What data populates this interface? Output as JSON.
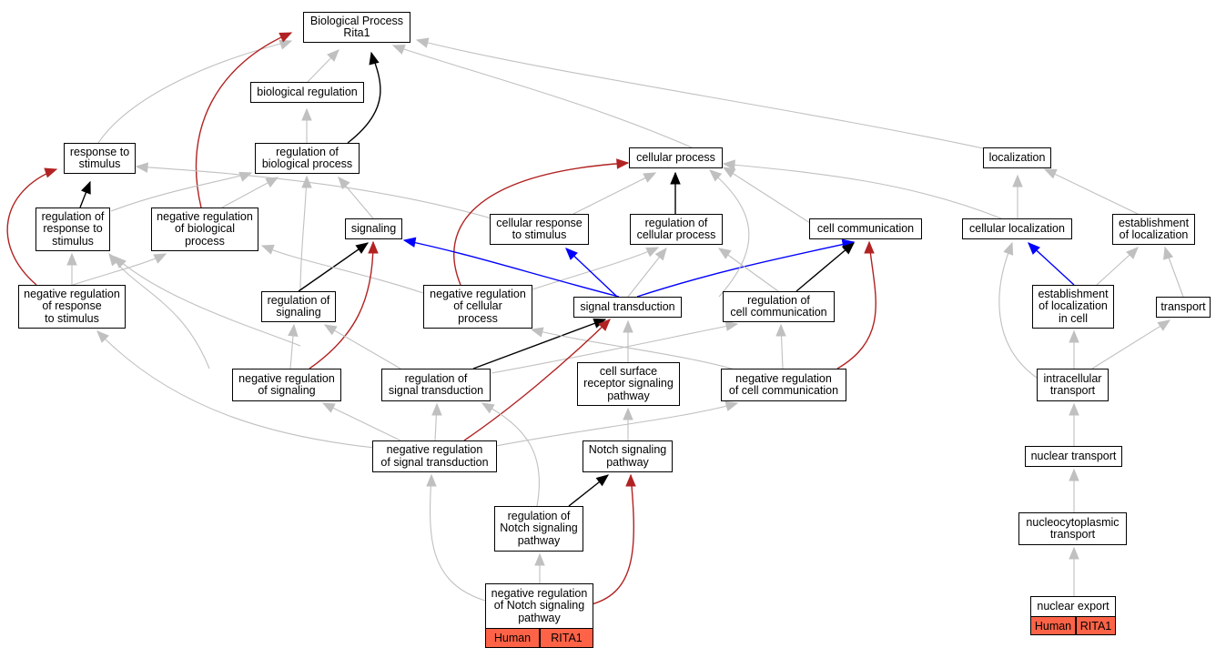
{
  "colors": {
    "is_a": "#c0c0c0",
    "part_of": "#000000",
    "regulates": "#0000ff",
    "negatively_regulates": "#b22222",
    "annotation_tag": "#ff6347"
  },
  "nodes": {
    "bp": "Biological Process\nRita1",
    "biological_regulation": "biological regulation",
    "response_to_stimulus": "response to\nstimulus",
    "regulation_of_biological_process": "regulation of\nbiological process",
    "cellular_process": "cellular process",
    "localization": "localization",
    "regulation_of_response_to_stimulus": "regulation of\nresponse to\nstimulus",
    "negative_regulation_of_biological_process": "negative regulation\nof biological\nprocess",
    "signaling": "signaling",
    "cellular_response_to_stimulus": "cellular response\nto stimulus",
    "regulation_of_cellular_process": "regulation of\ncellular process",
    "cell_communication": "cell communication",
    "cellular_localization": "cellular localization",
    "establishment_of_localization": "establishment\nof localization",
    "negative_regulation_of_response_to_stimulus": "negative regulation\nof response\nto stimulus",
    "regulation_of_signaling": "regulation of\nsignaling",
    "negative_regulation_of_cellular_process": "negative regulation\nof cellular\nprocess",
    "signal_transduction": "signal transduction",
    "regulation_of_cell_communication": "regulation of\ncell communication",
    "establishment_of_localization_in_cell": "establishment\nof localization\nin cell",
    "transport": "transport",
    "negative_regulation_of_signaling": "negative regulation\nof signaling",
    "regulation_of_signal_transduction": "regulation of\nsignal transduction",
    "cell_surface_receptor_signaling_pathway": "cell surface\nreceptor signaling\npathway",
    "negative_regulation_of_cell_communication": "negative regulation\nof cell communication",
    "intracellular_transport": "intracellular\ntransport",
    "negative_regulation_of_signal_transduction": "negative regulation\nof signal transduction",
    "notch_signaling_pathway": "Notch signaling\npathway",
    "nuclear_transport": "nuclear transport",
    "regulation_of_notch_signaling_pathway": "regulation of\nNotch signaling\npathway",
    "nucleocytoplasmic_transport": "nucleocytoplasmic\ntransport",
    "negative_regulation_of_notch_signaling_pathway": "negative regulation\nof Notch signaling\npathway",
    "nuclear_export": "nuclear export"
  },
  "annotations": {
    "notch": {
      "species": "Human",
      "gene": "RITA1"
    },
    "export": {
      "species": "Human",
      "gene": "RITA1"
    }
  }
}
